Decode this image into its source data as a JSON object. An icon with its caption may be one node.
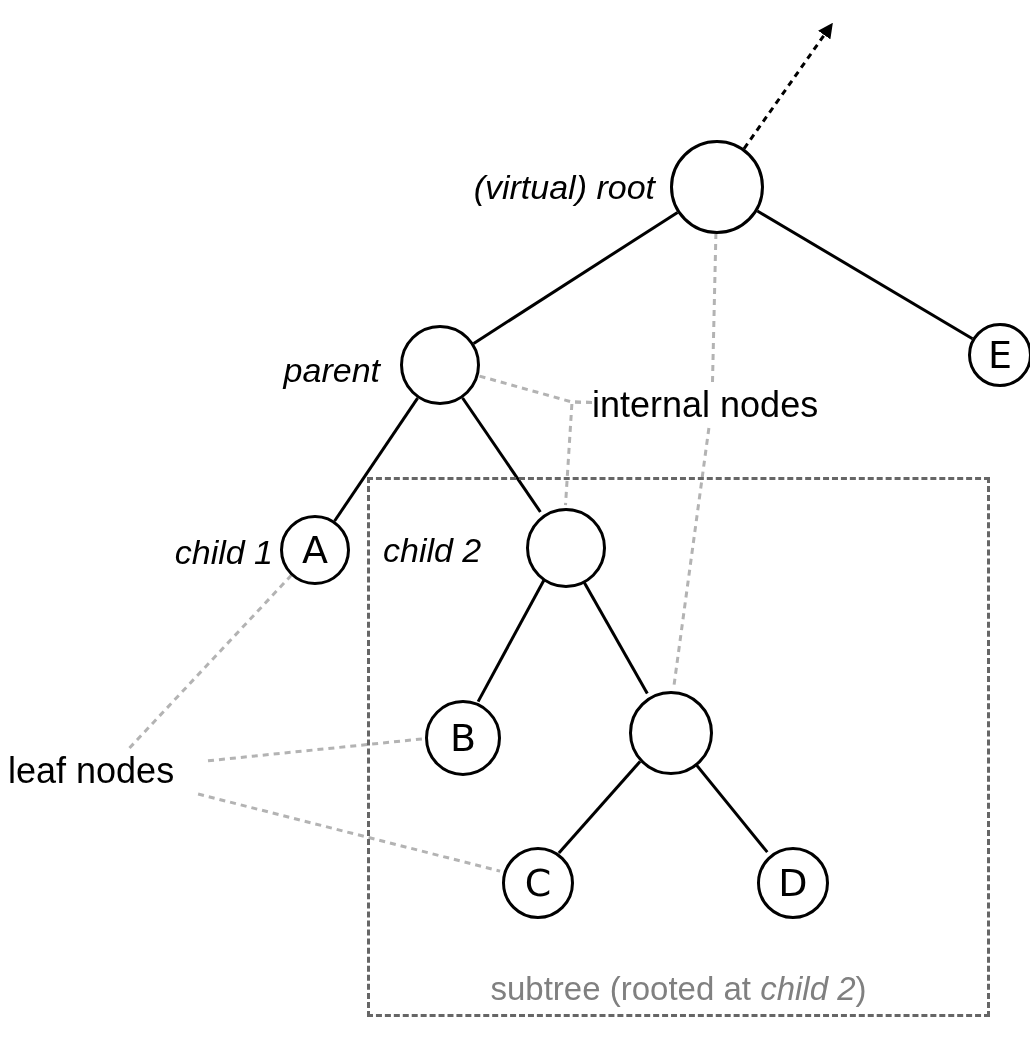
{
  "diagram": {
    "nodes": [
      {
        "text": [],
        "shape": "circle",
        "beside": [
          "(virtual) root"
        ]
      },
      {
        "text": [],
        "shape": "circle",
        "beside": [
          "parent"
        ]
      },
      {
        "text": [
          "E"
        ]
      },
      {
        "text": [
          "A"
        ],
        "beside": [
          "child 1"
        ]
      },
      {
        "text": [
          "subtree (rooted at *child 2*)"
        ]
      },
      {
        "text": [],
        "shape": "circle",
        "beside": [
          "child 2"
        ],
        "in": 4
      },
      {
        "text": [
          "B"
        ],
        "in": 4
      },
      {
        "text": [],
        "shape": "circle",
        "in": 4
      },
      {
        "text": [
          "C"
        ],
        "in": 4
      },
      {
        "text": [
          "D"
        ],
        "in": 4
      },
      {
        "text": [
          "internal nodes"
        ]
      },
      {
        "text": [
          "leaf nodes"
        ]
      }
    ],
    "edges": [
      {
        "from": 0,
        "to": null,
        "arrow": "to",
        "style": "dashed"
      },
      {
        "from": 0,
        "to": 1,
        "arrow": "none"
      },
      {
        "from": 0,
        "to": 2,
        "arrow": "none"
      },
      {
        "from": 1,
        "to": 3,
        "arrow": "none"
      },
      {
        "from": 1,
        "to": 5,
        "arrow": "none"
      },
      {
        "from": 5,
        "to": 6,
        "arrow": "none"
      },
      {
        "from": 5,
        "to": 7,
        "arrow": "none"
      },
      {
        "from": 7,
        "to": 8,
        "arrow": "none"
      },
      {
        "from": 7,
        "to": 9,
        "arrow": "none"
      },
      {
        "from": 10,
        "to": 0,
        "arrow": "none",
        "style": "dashed",
        "color": "#b3b3b3"
      },
      {
        "from": 10,
        "to": 1,
        "arrow": "none",
        "style": "dashed",
        "color": "#b3b3b3"
      },
      {
        "from": 10,
        "to": 5,
        "arrow": "none",
        "style": "dashed",
        "color": "#b3b3b3"
      },
      {
        "from": 10,
        "to": 7,
        "arrow": "none",
        "style": "dashed",
        "color": "#b3b3b3"
      },
      {
        "from": 11,
        "to": 3,
        "arrow": "none",
        "style": "dashed",
        "color": "#b3b3b3"
      },
      {
        "from": 11,
        "to": 6,
        "arrow": "none",
        "style": "dashed",
        "color": "#b3b3b3"
      },
      {
        "from": 11,
        "to": 8,
        "arrow": "none",
        "style": "dashed",
        "color": "#b3b3b3"
      }
    ]
  }
}
